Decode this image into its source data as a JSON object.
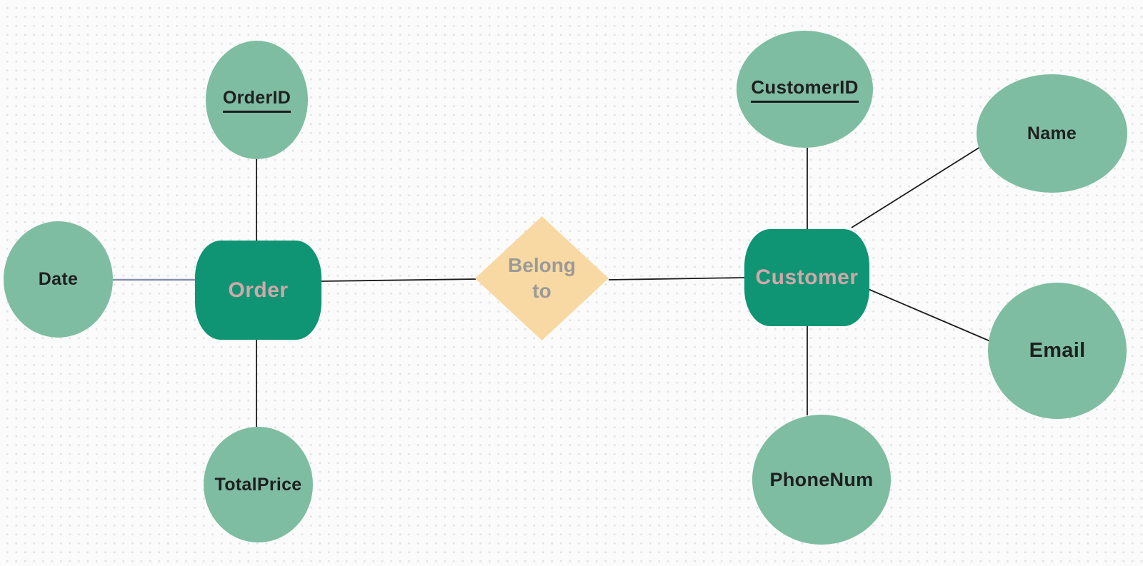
{
  "canvas": {
    "kind": "er-diagram-whiteboard",
    "background_color": "#fbfbfb",
    "dot_grid_color": "#e2e2e6"
  },
  "colors": {
    "entity_fill": "#0f9573",
    "entity_text": "#d2a7aa",
    "attribute_fill": "#7ebda2",
    "attribute_text": "#1f1f1f",
    "relationship_fill": "#f8d9a3",
    "relationship_text": "#9b9a97",
    "connector": "#1c1c1c",
    "connector_date_order": "#8691ae",
    "key_underline": "#1c1c1c"
  },
  "nodes": {
    "order": {
      "type": "entity",
      "label": "Order"
    },
    "customer": {
      "type": "entity",
      "label": "Customer"
    },
    "belong_to": {
      "type": "relationship",
      "label": "Belong to"
    },
    "order_id": {
      "type": "attribute",
      "label": "OrderID",
      "key": true,
      "of": "Order"
    },
    "date": {
      "type": "attribute",
      "label": "Date",
      "key": false,
      "of": "Order"
    },
    "total_price": {
      "type": "attribute",
      "label": "TotalPrice",
      "key": false,
      "of": "Order"
    },
    "customer_id": {
      "type": "attribute",
      "label": "CustomerID",
      "key": true,
      "of": "Customer"
    },
    "name": {
      "type": "attribute",
      "label": "Name",
      "key": false,
      "of": "Customer"
    },
    "email": {
      "type": "attribute",
      "label": "Email",
      "key": false,
      "of": "Customer"
    },
    "phone_num": {
      "type": "attribute",
      "label": "PhoneNum",
      "key": false,
      "of": "Customer"
    }
  },
  "edges": [
    {
      "from": "OrderID",
      "to": "Order"
    },
    {
      "from": "Date",
      "to": "Order"
    },
    {
      "from": "TotalPrice",
      "to": "Order"
    },
    {
      "from": "Order",
      "to": "Belong to"
    },
    {
      "from": "Belong to",
      "to": "Customer"
    },
    {
      "from": "CustomerID",
      "to": "Customer"
    },
    {
      "from": "Name",
      "to": "Customer"
    },
    {
      "from": "Email",
      "to": "Customer"
    },
    {
      "from": "PhoneNum",
      "to": "Customer"
    }
  ]
}
